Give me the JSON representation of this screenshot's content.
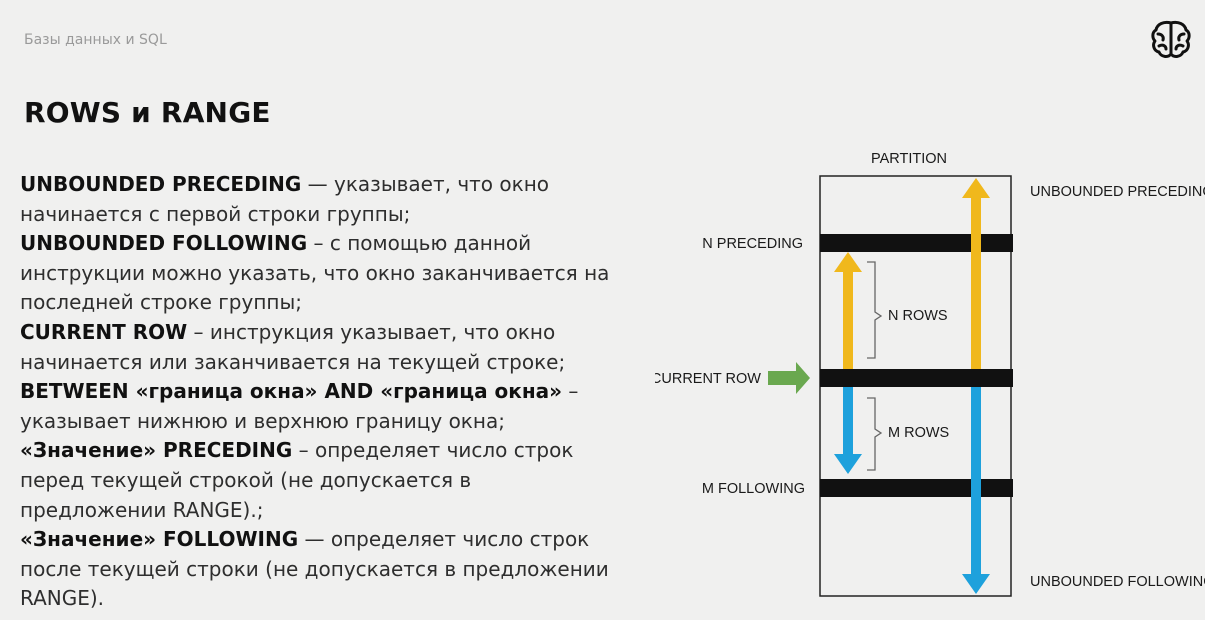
{
  "header": {
    "course_title": "Базы данных и SQL",
    "logo_icon": "brain-logo-icon"
  },
  "slide": {
    "title": "ROWS и RANGE"
  },
  "text_lines": [
    [
      {
        "t": "UNBOUNDED PRECEDING",
        "b": true
      },
      {
        "t": " — указывает, что окно",
        "b": false
      }
    ],
    [
      {
        "t": "начинается с первой строки группы;",
        "b": false
      }
    ],
    [
      {
        "t": "UNBOUNDED FOLLOWING",
        "b": true
      },
      {
        "t": " – с помощью данной",
        "b": false
      }
    ],
    [
      {
        "t": "инструкции можно указать, что окно заканчивается на",
        "b": false
      }
    ],
    [
      {
        "t": "последней строке группы;",
        "b": false
      }
    ],
    [
      {
        "t": "CURRENT ROW",
        "b": true
      },
      {
        "t": " – инструкция указывает, что окно",
        "b": false
      }
    ],
    [
      {
        "t": "начинается или заканчивается на текущей строке;",
        "b": false
      }
    ],
    [
      {
        "t": "BETWEEN «граница окна» AND «граница окна»",
        "b": true
      },
      {
        "t": " –",
        "b": false
      }
    ],
    [
      {
        "t": "указывает нижнюю и верхнюю границу окна;",
        "b": false
      }
    ],
    [
      {
        "t": "«Значение» PRECEDING",
        "b": true
      },
      {
        "t": " – определяет число строк",
        "b": false
      }
    ],
    [
      {
        "t": "перед текущей строкой (не допускается в",
        "b": false
      }
    ],
    [
      {
        "t": "предложении RANGE).;",
        "b": false
      }
    ],
    [
      {
        "t": "«Значение» FOLLOWING",
        "b": true
      },
      {
        "t": " — определяет число строк",
        "b": false
      }
    ],
    [
      {
        "t": "после текущей строки (не допускается в предложении",
        "b": false
      }
    ],
    [
      {
        "t": "RANGE).",
        "b": false
      }
    ]
  ],
  "diagram": {
    "partition_label": "PARTITION",
    "unbounded_preceding_label": "UNBOUNDED PRECEDING",
    "unbounded_following_label": "UNBOUNDED FOLLOWING",
    "n_preceding_label": "N PRECEDING",
    "current_row_label": "CURRENT ROW",
    "m_following_label": "M FOLLOWING",
    "n_rows_label": "N ROWS",
    "m_rows_label": "M ROWS",
    "colors": {
      "up_arrow": "#f0b81c",
      "down_arrow": "#1ea1dc",
      "current_row_arrow": "#6aa84f",
      "row_bar": "#111111"
    }
  }
}
